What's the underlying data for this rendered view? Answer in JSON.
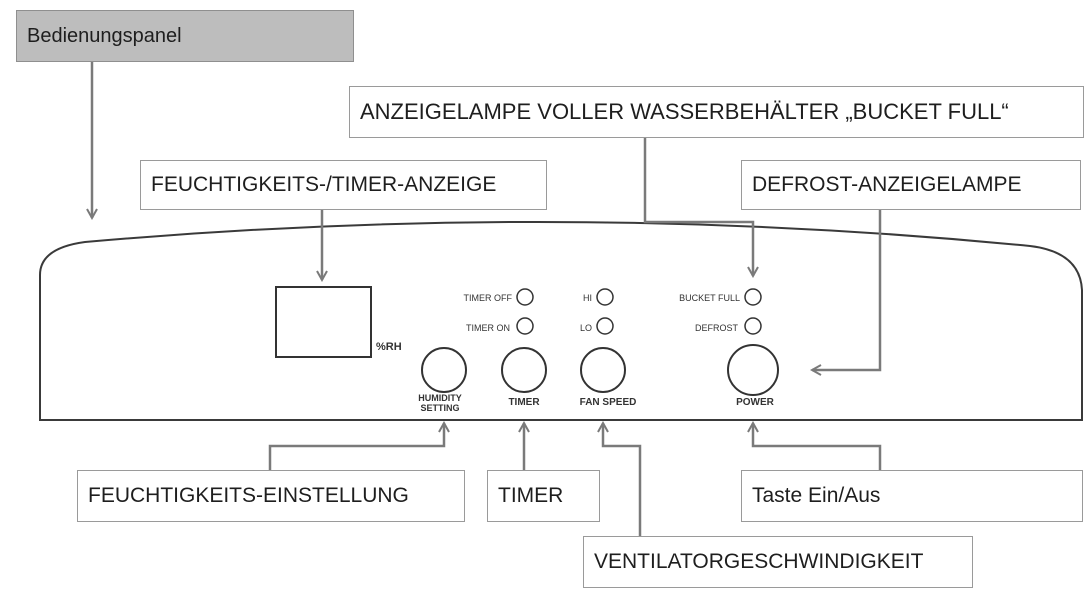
{
  "title": "Bedienungspanel",
  "callouts": {
    "bucket_full_lamp": "ANZEIGELAMPE VOLLER WASSERBEHÄLTER „BUCKET FULL“",
    "humidity_timer_display": "FEUCHTIGKEITS-/TIMER-ANZEIGE",
    "defrost_lamp": "DEFROST-ANZEIGELAMPE",
    "humidity_setting": "FEUCHTIGKEITS-EINSTELLUNG",
    "timer": "TIMER",
    "power_button": "Taste Ein/Aus",
    "fan_speed": "VENTILATORGESCHWINDIGKEIT"
  },
  "panel": {
    "display_unit": "%RH",
    "indicators": {
      "timer_off": "TIMER OFF",
      "timer_on": "TIMER ON",
      "hi": "HI",
      "lo": "LO",
      "bucket_full": "BUCKET FULL",
      "defrost": "DEFROST"
    },
    "buttons": {
      "humidity_line1": "HUMIDITY",
      "humidity_line2": "SETTING",
      "timer": "TIMER",
      "fan_speed": "FAN SPEED",
      "power": "POWER"
    }
  }
}
